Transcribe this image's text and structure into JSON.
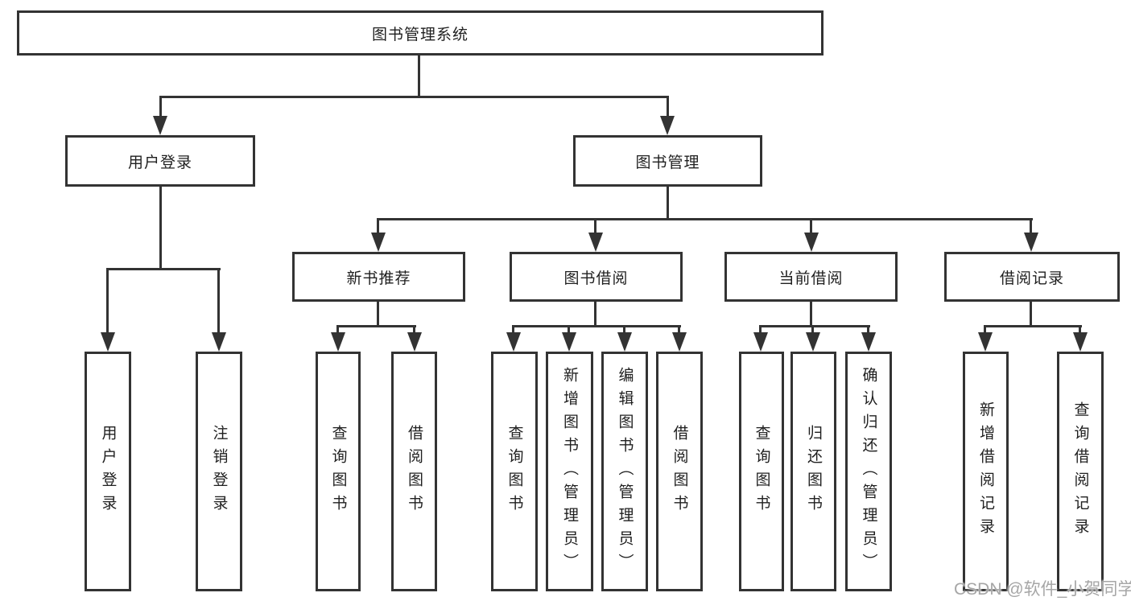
{
  "diagram": {
    "title": "图书管理系统",
    "tree": {
      "root": {
        "label": "图书管理系统"
      },
      "children": [
        {
          "label": "用户登录",
          "children": [
            {
              "label": "用户登录"
            },
            {
              "label": "注销登录"
            }
          ]
        },
        {
          "label": "图书管理",
          "children": [
            {
              "label": "新书推荐",
              "children": [
                {
                  "label": "查询图书"
                },
                {
                  "label": "借阅图书"
                }
              ]
            },
            {
              "label": "图书借阅",
              "children": [
                {
                  "label": "查询图书"
                },
                {
                  "label": "新增图书（管理员）"
                },
                {
                  "label": "编辑图书（管理员）"
                },
                {
                  "label": "借阅图书"
                }
              ]
            },
            {
              "label": "当前借阅",
              "children": [
                {
                  "label": "查询图书"
                },
                {
                  "label": "归还图书"
                },
                {
                  "label": "确认归还（管理员）"
                }
              ]
            },
            {
              "label": "借阅记录",
              "children": [
                {
                  "label": "新增借阅记录"
                },
                {
                  "label": "查询借阅记录"
                }
              ]
            }
          ]
        }
      ]
    },
    "colors": {
      "line": "#333333",
      "text": "#1f1f1f",
      "box_background": "#ffffff",
      "watermark": "#a6a6a6"
    }
  },
  "watermark": {
    "text": "CSDN @软件_小贺同学"
  }
}
